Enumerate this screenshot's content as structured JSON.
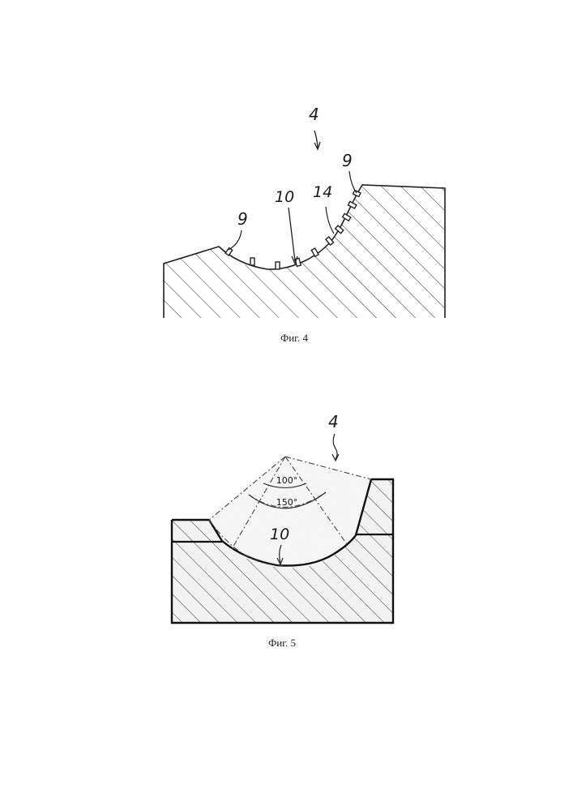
{
  "figures": [
    {
      "caption": "Фиг. 4",
      "labels": {
        "ref_4": "4",
        "ref_9_left": "9",
        "ref_9_right": "9",
        "ref_10": "10",
        "ref_14": "14"
      }
    },
    {
      "caption": "Фиг. 5",
      "labels": {
        "ref_4": "4",
        "ref_10": "10",
        "angle_inner": "100°",
        "angle_outer": "150°"
      }
    }
  ]
}
